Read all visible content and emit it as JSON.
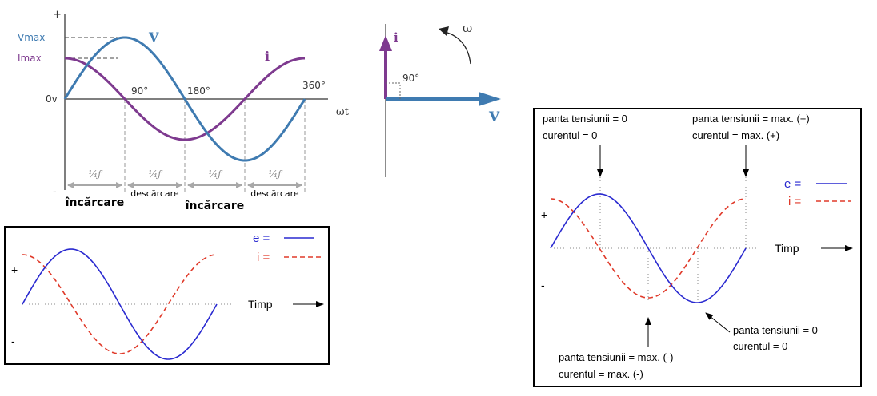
{
  "colors": {
    "voltage_blue": "#3f7bb1",
    "current_purple": "#7e3a8f",
    "axis": "#555555",
    "dash_grey": "#9a9a9a",
    "arrow_grey": "#a8a8a8",
    "e_blue": "#2a2ad0",
    "i_red": "#e03a2a",
    "frame": "#000000"
  },
  "panel_a": {
    "plus_label": "+",
    "minus_label": "-",
    "vmax_label": "Vmax",
    "imax_label": "Imax",
    "zero_label": "0v",
    "v_label": "V",
    "i_label": "i",
    "x_label": "ωt",
    "tick_90": "90°",
    "tick_180": "180°",
    "tick_360": "360°",
    "quarter_labels": [
      "¼ƒ",
      "¼ƒ",
      "¼ƒ",
      "¼ƒ"
    ],
    "phase_labels": [
      "încărcare",
      "descărcare",
      "încărcare",
      "descărcare"
    ]
  },
  "phasor": {
    "i_label": "i",
    "v_label": "V",
    "omega_label": "ω",
    "angle_label": "90°"
  },
  "panel_b": {
    "plus_label": "+",
    "minus_label": "-",
    "legend_e": "e =",
    "legend_i": "i =",
    "time_label": "Timp"
  },
  "panel_c": {
    "plus_label": "+",
    "minus_label": "-",
    "legend_e": "e =",
    "legend_i": "i =",
    "time_label": "Timp",
    "ann_top_left": [
      "panta tensiunii = 0",
      "curentul = 0"
    ],
    "ann_top_right": [
      "panta tensiunii = max. (+)",
      "curentul = max. (+)"
    ],
    "ann_bottom_right": [
      "panta tensiunii = 0",
      "curentul = 0"
    ],
    "ann_bottom_mid": [
      "panta tensiunii = max. (-)",
      "curentul = max. (-)"
    ]
  }
}
